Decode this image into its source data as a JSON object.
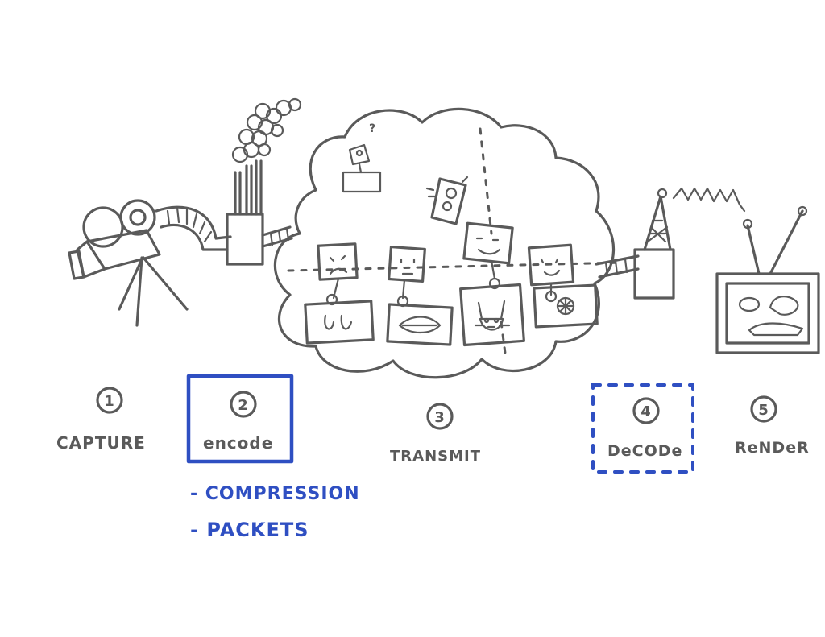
{
  "colors": {
    "ink": "#5a5a5a",
    "blue": "#2f4fc2",
    "paper": "#ffffff"
  },
  "steps": [
    {
      "number": "1",
      "label": "CAPTURE"
    },
    {
      "number": "2",
      "label": "encode"
    },
    {
      "number": "3",
      "label": "TRANSMIT"
    },
    {
      "number": "4",
      "label": "DeCODe"
    },
    {
      "number": "5",
      "label": "ReNDeR"
    }
  ],
  "encode_notes": [
    "- COMPRESSION",
    "- PACKETS"
  ],
  "cloud": {
    "question_mark": "?"
  },
  "icons": [
    "video-camera-icon",
    "factory-icon",
    "film-strip-icon",
    "network-cloud-icon",
    "traffic-light-icon",
    "radio-tower-icon",
    "television-icon"
  ]
}
